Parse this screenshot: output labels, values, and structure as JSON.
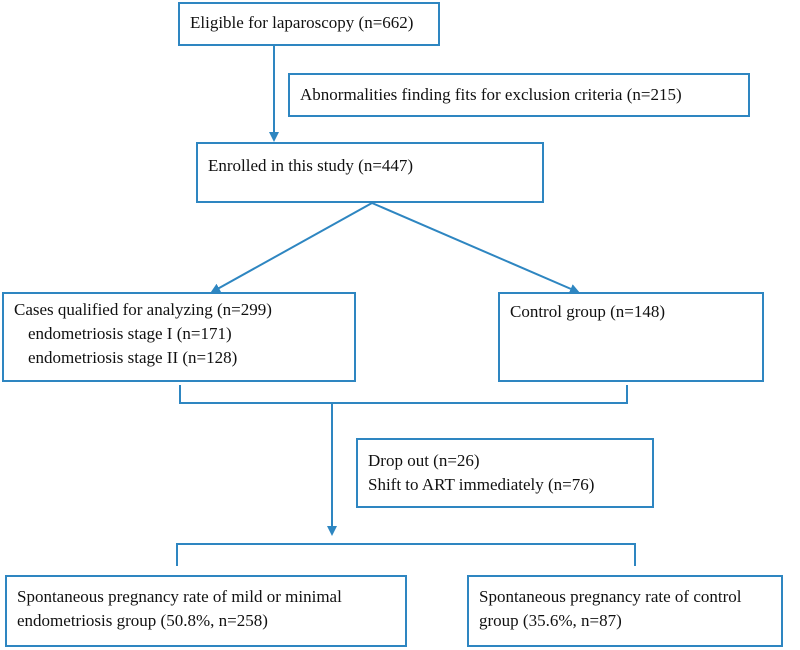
{
  "colors": {
    "border": "#2e86c1",
    "connector": "#2e86c1",
    "text": "#111111"
  },
  "boxes": {
    "eligible": {
      "text": "Eligible for laparoscopy (n=662)"
    },
    "exclusion": {
      "text": "Abnormalities finding fits for exclusion criteria (n=215)"
    },
    "enrolled": {
      "text": "Enrolled in this study (n=447)"
    },
    "qualified": {
      "lines": [
        "Cases qualified for analyzing (n=299)",
        "endometriosis stage I (n=171)",
        "endometriosis stage II (n=128)"
      ]
    },
    "control": {
      "text": "Control group (n=148)"
    },
    "dropout": {
      "lines": [
        "Drop out (n=26)",
        "Shift to ART immediately (n=76)"
      ]
    },
    "mild_rate": {
      "lines": [
        "Spontaneous pregnancy rate of mild or minimal",
        "endometriosis group (50.8%, n=258)"
      ]
    },
    "control_rate": {
      "lines": [
        "Spontaneous pregnancy rate of control",
        "group (35.6%, n=87)"
      ]
    }
  }
}
